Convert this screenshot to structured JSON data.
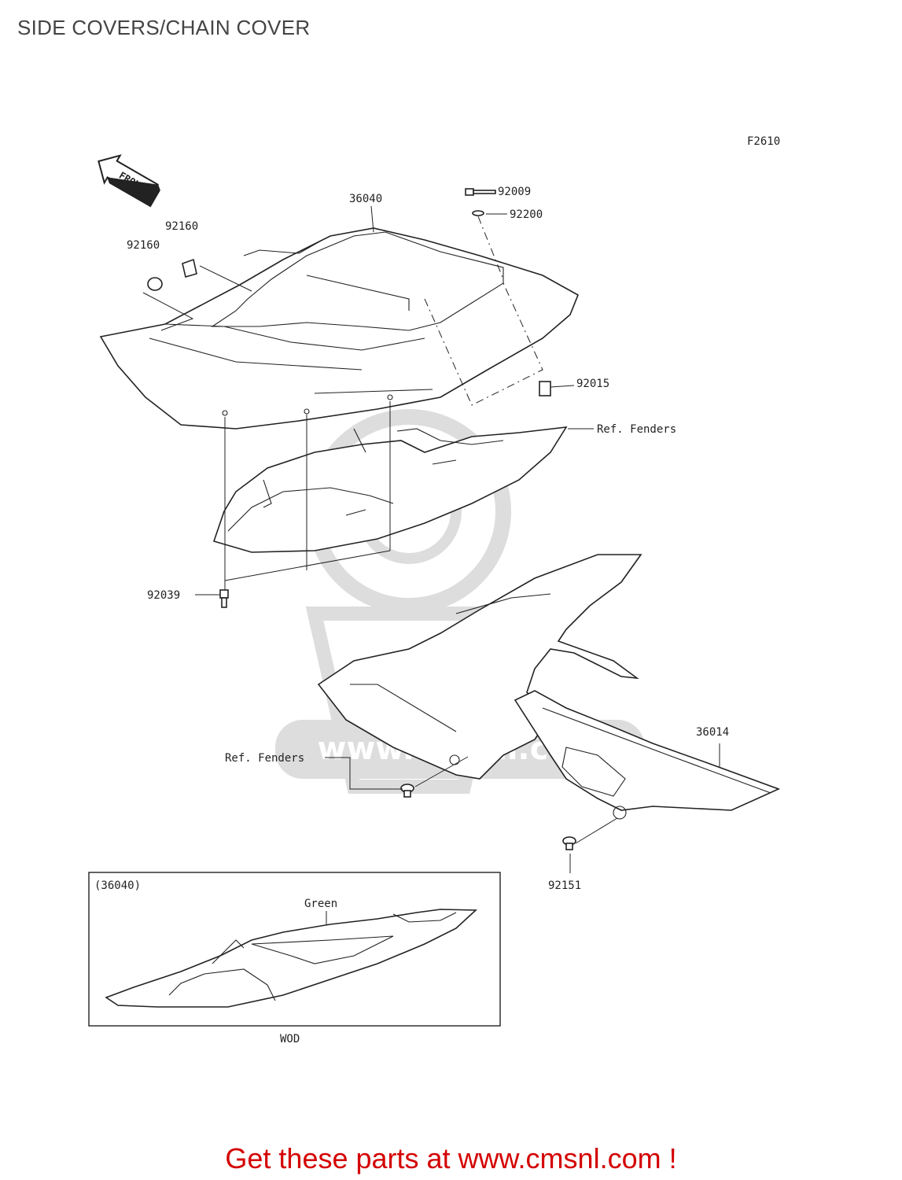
{
  "title": "SIDE COVERS/CHAIN COVER",
  "figure_code": "F2610",
  "front_arrow": "FRONT",
  "watermark": "www.cmsnl.com",
  "labels": {
    "p36040": "36040",
    "p92009": "92009",
    "p92200": "92200",
    "p92160a": "92160",
    "p92160b": "92160",
    "p92015": "92015",
    "ref_fenders_top": "Ref. Fenders",
    "p92039": "92039",
    "p36014": "36014",
    "ref_fenders_bottom": "Ref. Fenders",
    "p92151": "92151"
  },
  "inset": {
    "ref": "(36040)",
    "color": "Green",
    "code": "WOD"
  },
  "footer": "Get these parts at www.cmsnl.com !"
}
